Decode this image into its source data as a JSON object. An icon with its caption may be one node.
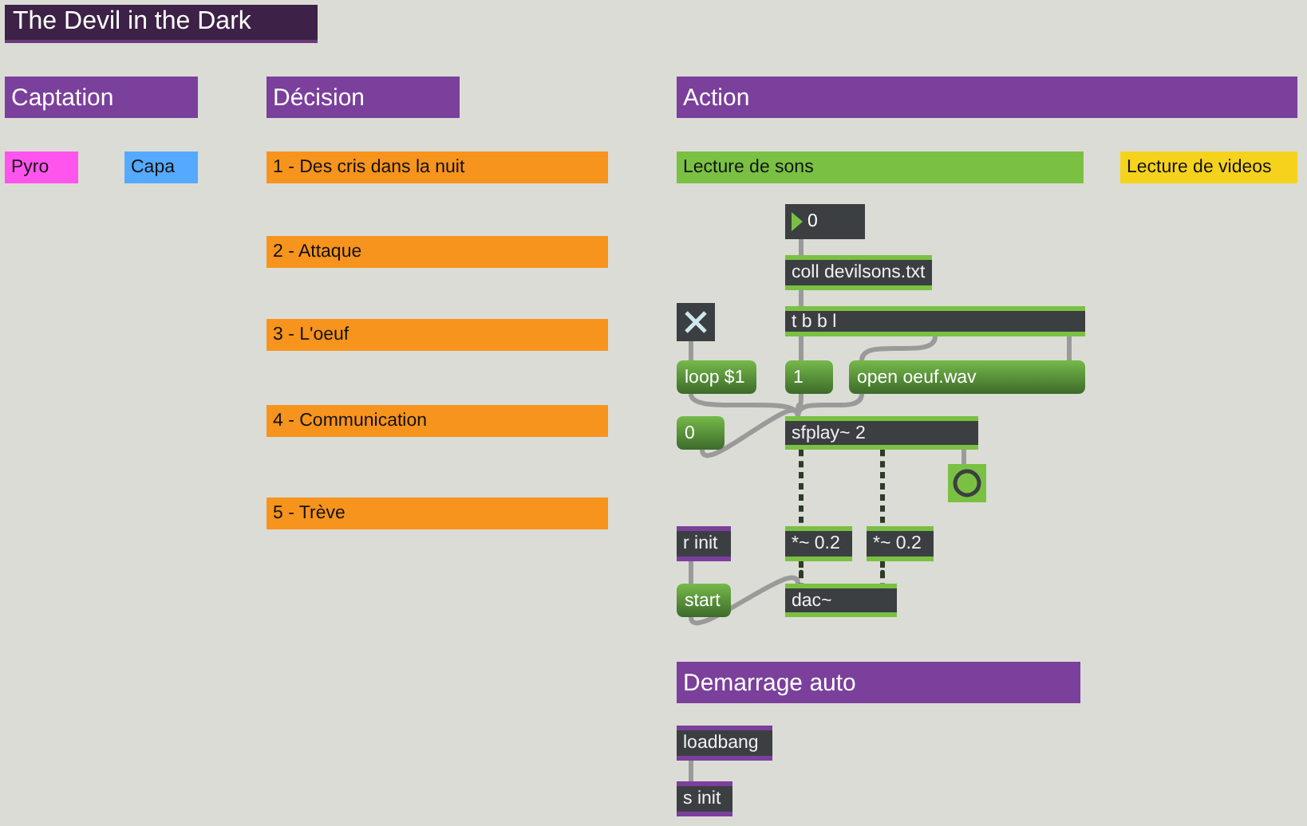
{
  "diagram": {
    "title": "The Devil in the Dark",
    "nodes": [
      {
        "text": [
          "Captation"
        ]
      },
      {
        "text": [
          "Décision"
        ]
      },
      {
        "text": [
          "Action"
        ]
      },
      {
        "text": [
          "Pyro"
        ]
      },
      {
        "text": [
          "Capa"
        ]
      },
      {
        "text": [
          "1 - Des cris dans la nuit"
        ]
      },
      {
        "text": [
          "Lecture de sons"
        ]
      },
      {
        "text": [
          "Lecture de videos"
        ]
      },
      {
        "text": [
          "2 - Attaque"
        ]
      },
      {
        "text": [
          "3 - L'oeuf"
        ]
      },
      {
        "text": [
          "4 - Communication"
        ]
      },
      {
        "text": [
          "5 - Trève"
        ]
      },
      {
        "text": [
          "0"
        ]
      },
      {
        "text": [
          "coll devilsons.txt"
        ]
      },
      {
        "text": [],
        "shape": "box"
      },
      {
        "text": [
          "t b b l"
        ]
      },
      {
        "text": [
          "loop $1"
        ]
      },
      {
        "text": [
          "1"
        ]
      },
      {
        "text": [
          "open oeuf.wav"
        ]
      },
      {
        "text": [
          "0"
        ]
      },
      {
        "text": [
          "sfplay~ 2"
        ]
      },
      {
        "text": [],
        "shape": "circle"
      },
      {
        "text": [
          "r init"
        ]
      },
      {
        "text": [
          "*~ 0.2"
        ]
      },
      {
        "text": [
          "*~ 0.2"
        ]
      },
      {
        "text": [
          "start"
        ]
      },
      {
        "text": [
          "dac~"
        ]
      },
      {
        "text": [
          "Demarrage auto"
        ]
      },
      {
        "text": [
          "loadbang"
        ]
      },
      {
        "text": [
          "s init"
        ]
      }
    ],
    "edges": [
      {
        "from": 12,
        "to": 13,
        "arrow": "none"
      },
      {
        "from": 13,
        "to": 15,
        "arrow": "none"
      },
      {
        "from": 15,
        "to": 17,
        "arrow": "none"
      },
      {
        "from": 15,
        "to": 18,
        "arrow": "none"
      },
      {
        "from": 15,
        "to": 18,
        "arrow": "none"
      },
      {
        "from": 14,
        "to": 16,
        "arrow": "none"
      },
      {
        "from": 16,
        "to": 20,
        "arrow": "none"
      },
      {
        "from": 17,
        "to": 20,
        "arrow": "none"
      },
      {
        "from": 18,
        "to": 20,
        "arrow": "none"
      },
      {
        "from": 19,
        "to": 20,
        "arrow": "none"
      },
      {
        "from": 20,
        "to": 23,
        "arrow": "none",
        "style": "dashed",
        "color": "#2f3a2a"
      },
      {
        "from": 20,
        "to": 24,
        "arrow": "none",
        "style": "dashed",
        "color": "#2f3a2a"
      },
      {
        "from": 20,
        "to": 21,
        "arrow": "none"
      },
      {
        "from": 22,
        "to": 25,
        "arrow": "none"
      },
      {
        "from": 25,
        "to": 26,
        "arrow": "none"
      },
      {
        "from": 23,
        "to": 26,
        "arrow": "none",
        "style": "dashed",
        "color": "#2f3a2a"
      },
      {
        "from": 24,
        "to": 26,
        "arrow": "none",
        "style": "dashed",
        "color": "#2f3a2a"
      },
      {
        "from": 28,
        "to": 29,
        "arrow": "none"
      }
    ]
  }
}
